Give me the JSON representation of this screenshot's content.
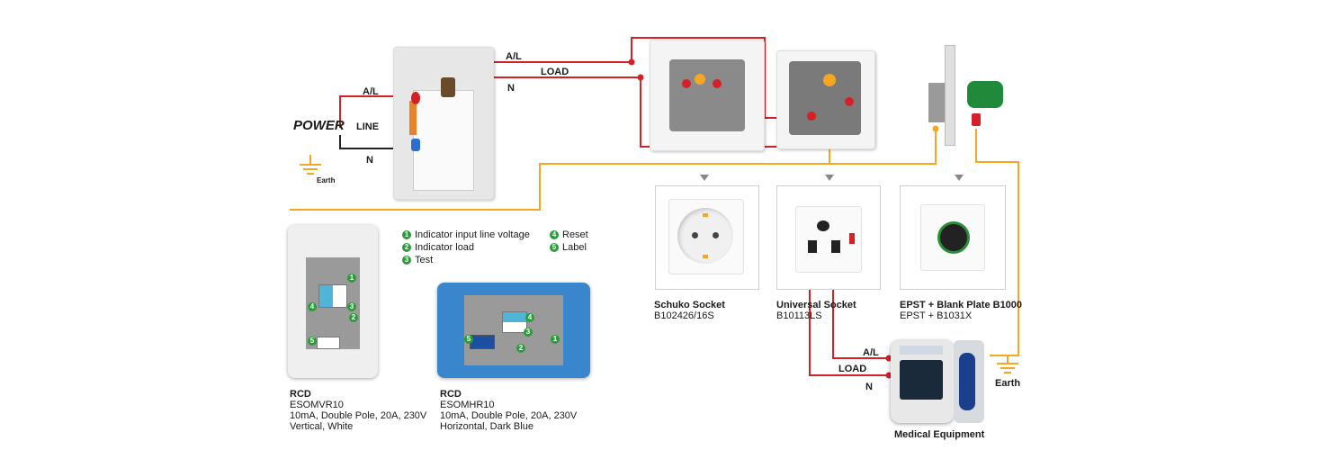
{
  "wiring": {
    "power_label": "POWER",
    "line_label": "LINE",
    "earth_small": "Earth",
    "left_al": "A/L",
    "left_n": "N",
    "top_al": "A/L",
    "top_load": "LOAD",
    "top_n": "N",
    "bottom_al": "A/L",
    "bottom_load": "LOAD",
    "bottom_n": "N",
    "earth_right": "Earth",
    "colors": {
      "live": "#d42026",
      "earth": "#f6a623",
      "neutral": "#222222",
      "arrow": "#888888"
    }
  },
  "legend": {
    "items": [
      {
        "num": "1",
        "text": "Indicator input line voltage"
      },
      {
        "num": "2",
        "text": "Indicator load"
      },
      {
        "num": "3",
        "text": "Test"
      },
      {
        "num": "4",
        "text": "Reset"
      },
      {
        "num": "5",
        "text": "Label"
      }
    ]
  },
  "rcd_vertical": {
    "title": "RCD",
    "code": "ESOMVR10",
    "spec": "10mA, Double Pole, 20A, 230V",
    "variant": "Vertical, White",
    "badges": [
      "1",
      "2",
      "3",
      "4",
      "5"
    ]
  },
  "rcd_horizontal": {
    "title": "RCD",
    "code": "ESOMHR10",
    "spec": "10mA, Double Pole, 20A, 230V",
    "variant": "Horizontal, Dark Blue",
    "badges": [
      "1",
      "2",
      "3",
      "4",
      "5"
    ]
  },
  "products": [
    {
      "title": "Schuko Socket",
      "code": "B102426/16S"
    },
    {
      "title": "Universal Socket",
      "code": "B10113LS"
    },
    {
      "title": "EPST + Blank Plate B1000",
      "code": "EPST + B1031X"
    }
  ],
  "medical": {
    "label": "Medical Equipment"
  }
}
